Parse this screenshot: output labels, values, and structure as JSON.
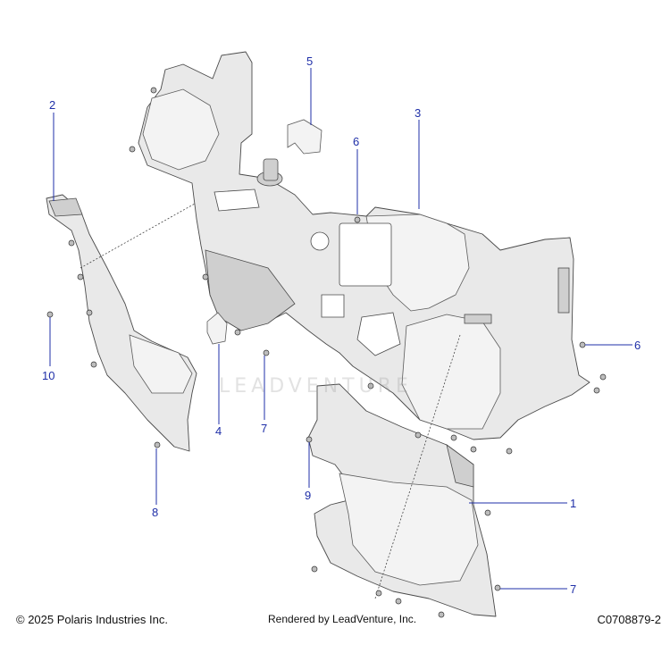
{
  "callouts": [
    {
      "id": "2",
      "label": "2"
    },
    {
      "id": "5",
      "label": "5"
    },
    {
      "id": "3",
      "label": "3"
    },
    {
      "id": "6a",
      "label": "6"
    },
    {
      "id": "6b",
      "label": "6"
    },
    {
      "id": "10",
      "label": "10"
    },
    {
      "id": "4",
      "label": "4"
    },
    {
      "id": "7a",
      "label": "7"
    },
    {
      "id": "8",
      "label": "8"
    },
    {
      "id": "9",
      "label": "9"
    },
    {
      "id": "1",
      "label": "1"
    },
    {
      "id": "7b",
      "label": "7"
    }
  ],
  "footer": {
    "copyright": "© 2025 Polaris Industries Inc.",
    "rendered_by": "Rendered by LeadVenture, Inc.",
    "doc_id": "C0708879-2"
  },
  "watermark": "LEADVENTURE",
  "colors": {
    "callout": "#1f2fa8",
    "part_fill": "#e9e9e9",
    "outline": "#4a4a4a"
  }
}
